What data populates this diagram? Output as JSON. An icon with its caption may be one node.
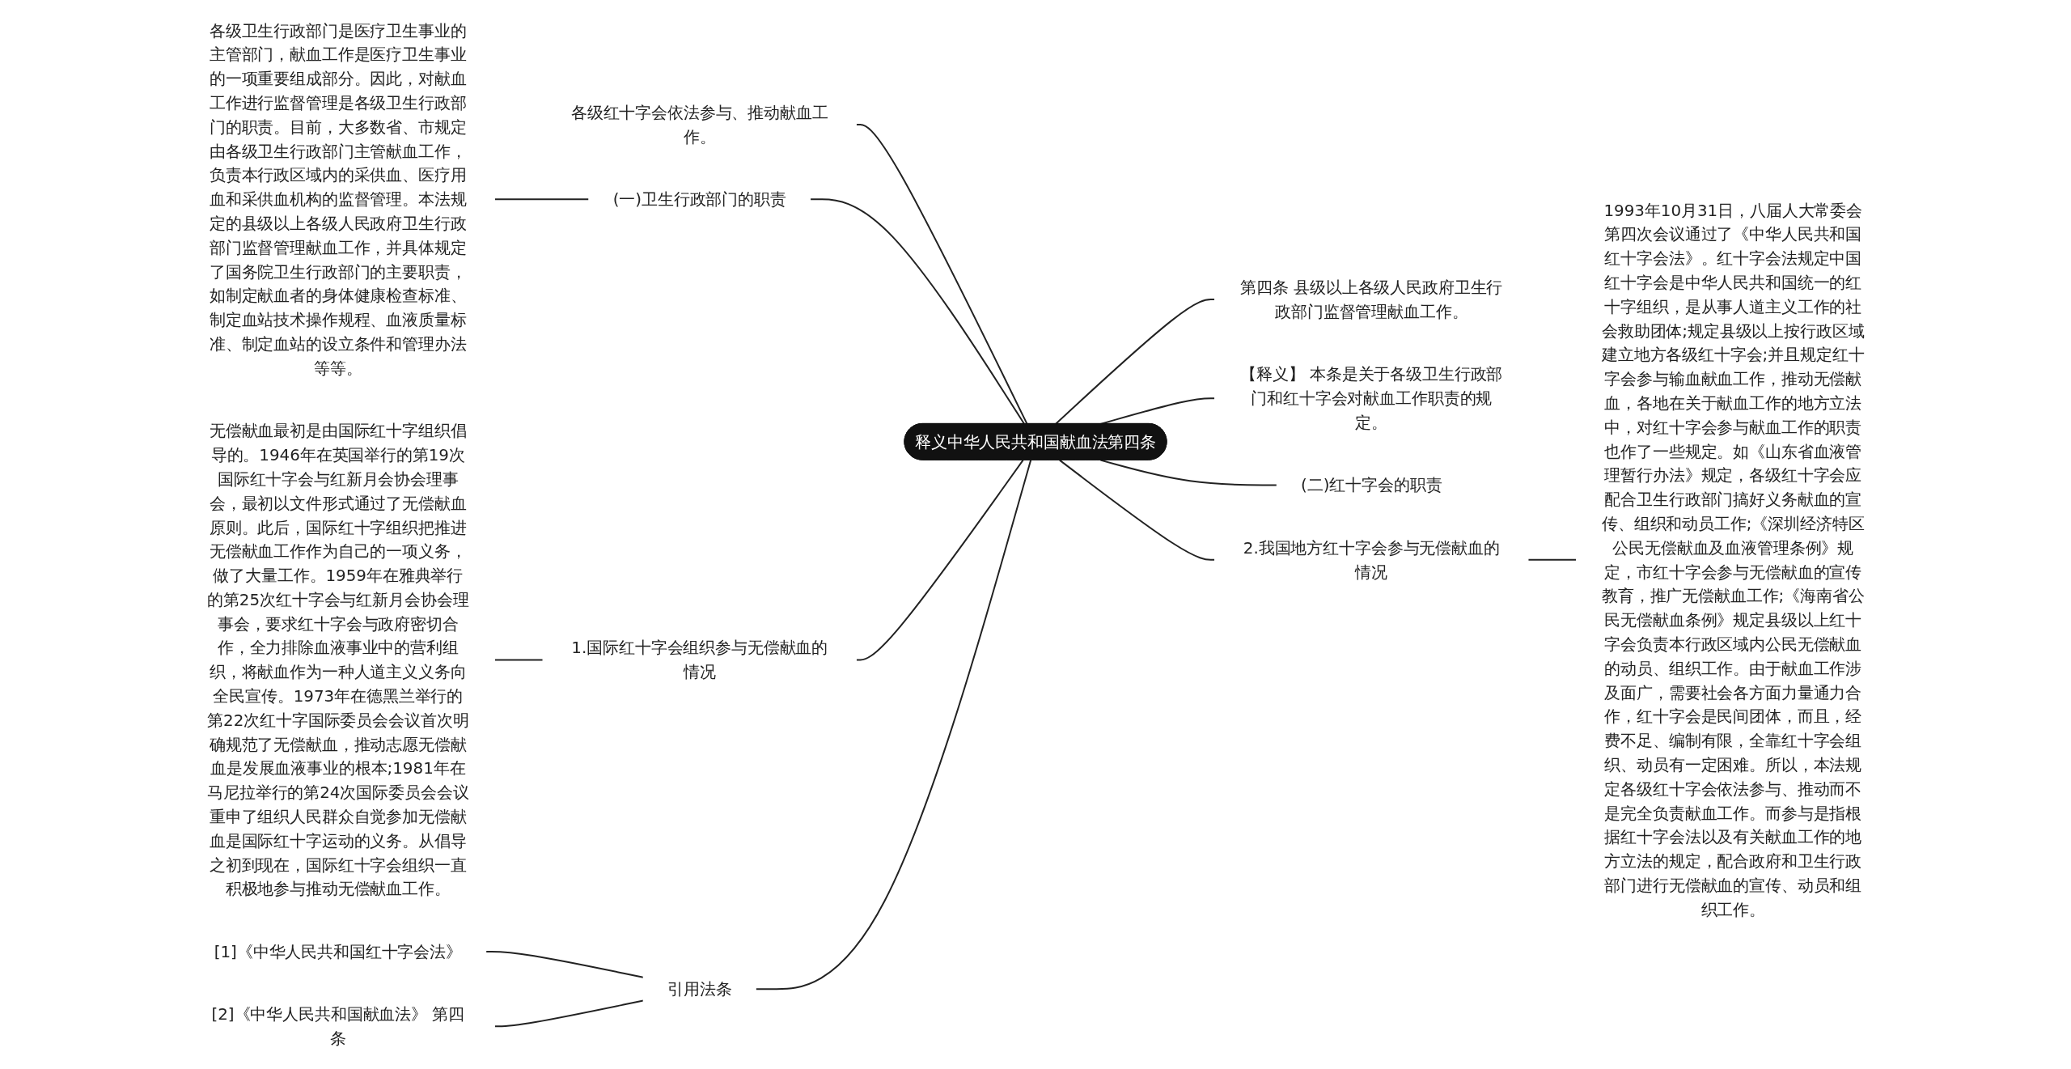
{
  "diagram": {
    "nodes": [
      {
        "text": [
          "释义中华人民共和国献血法第四条"
        ]
      },
      {
        "text": [
          "各级红十字会依法参与、推动献血工作。"
        ]
      },
      {
        "text": [
          "(一)卫生行政部门的职责"
        ]
      },
      {
        "text": [
          "各级卫生行政部门是医疗卫生事业的主管部门，献血工作是医疗卫生事业的一项重要组成部分。因此，对献血工作进行监督管理是各级卫生行政部门的职责。目前，大多数省、市规定由各级卫生行政部门主管献血工作，负责本行政区域内的采供血、医疗用血和采供血机构的监督管理。本法规定的县级以上各级人民政府卫生行政部门监督管理献血工作，并具体规定了国务院卫生行政部门的主要职责，如制定献血者的身体健康检查标准、制定血站技术操作规程、血液质量标准、制定血站的设立条件和管理办法等等。"
        ]
      },
      {
        "text": [
          "1.国际红十字会组织参与无偿献血的情况"
        ]
      },
      {
        "text": [
          "无偿献血最初是由国际红十字组织倡导的。1946年在英国举行的第19次国际红十字会与红新月会协会理事会，最初以文件形式通过了无偿献血原则。此后，国际红十字组织把推进无偿献血工作作为自己的一项义务，做了大量工作。1959年在雅典举行的第25次红十字会与红新月会协会理事会，要求红十字会与政府密切合作，全力排除血液事业中的营利组织，将献血作为一种人道主义义务向全民宣传。1973年在德黑兰举行的第22次红十字国际委员会会议首次明确规范了无偿献血，推动志愿无偿献血是发展血液事业的根本;1981年在马尼拉举行的第24次国际委员会会议重申了组织人民群众自觉参加无偿献血是国际红十字运动的义务。从倡导之初到现在，国际红十字会组织一直积极地参与推动无偿献血工作。"
        ]
      },
      {
        "text": [
          "引用法条"
        ]
      },
      {
        "text": [
          "[1]《中华人民共和国红十字会法》"
        ]
      },
      {
        "text": [
          "[2]《中华人民共和国献血法》 第四条"
        ]
      },
      {
        "text": [
          "第四条 县级以上各级人民政府卫生行政部门监督管理献血工作。"
        ]
      },
      {
        "text": [
          "【释义】 本条是关于各级卫生行政部门和红十字会对献血工作职责的规定。"
        ]
      },
      {
        "text": [
          "(二)红十字会的职责"
        ]
      },
      {
        "text": [
          "2.我国地方红十字会参与无偿献血的情况"
        ]
      },
      {
        "text": [
          "1993年10月31日，八届人大常委会第四次会议通过了《中华人民共和国红十字会法》。红十字会法规定中国红十字会是中华人民共和国统一的红十字组织，是从事人道主义工作的社会救助团体;规定县级以上按行政区域建立地方各级红十字会;并且规定红十字会参与输血献血工作，推动无偿献血，各地在关于献血工作的地方立法中，对红十字会参与献血工作的职责也作了一些规定。如《山东省血液管理暂行办法》规定，各级红十字会应配合卫生行政部门搞好义务献血的宣传、组织和动员工作;《深圳经济特区公民无偿献血及血液管理条例》规定，市红十字会参与无偿献血的宣传教育，推广无偿献血工作;《海南省公民无偿献血条例》规定县级以上红十字会负责本行政区域内公民无偿献血的动员、组织工作。由于献血工作涉及面广，需要社会各方面力量通力合作，红十字会是民间团体，而且，经费不足、编制有限，全靠红十字会组织、动员有一定困难。所以，本法规定各级红十字会依法参与、推动而不是完全负责献血工作。而参与是指根据红十字会法以及有关献血工作的地方立法的规定，配合政府和卫生行政部门进行无偿献血的宣传、动员和组织工作。"
        ]
      }
    ],
    "edges": [
      {
        "from": 0,
        "to": 1,
        "arrow": "none"
      },
      {
        "from": 0,
        "to": 2,
        "arrow": "none"
      },
      {
        "from": 2,
        "to": 3,
        "arrow": "none"
      },
      {
        "from": 0,
        "to": 4,
        "arrow": "none"
      },
      {
        "from": 4,
        "to": 5,
        "arrow": "none"
      },
      {
        "from": 0,
        "to": 6,
        "arrow": "none"
      },
      {
        "from": 6,
        "to": 7,
        "arrow": "none"
      },
      {
        "from": 6,
        "to": 8,
        "arrow": "none"
      },
      {
        "from": 0,
        "to": 9,
        "arrow": "none"
      },
      {
        "from": 0,
        "to": 10,
        "arrow": "none"
      },
      {
        "from": 0,
        "to": 11,
        "arrow": "none"
      },
      {
        "from": 0,
        "to": 12,
        "arrow": "none"
      },
      {
        "from": 12,
        "to": 13,
        "arrow": "none"
      }
    ]
  }
}
